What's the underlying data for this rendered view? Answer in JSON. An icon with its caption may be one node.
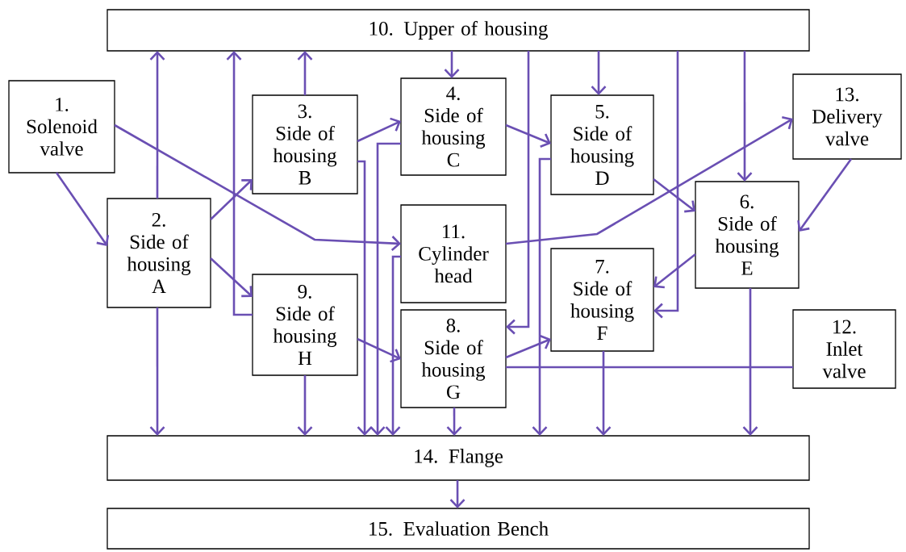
{
  "diagram": {
    "nodes": [
      {
        "text": [
          "1.",
          "Solenoid valve"
        ]
      },
      {
        "text": [
          "2.",
          "Side of housing A"
        ]
      },
      {
        "text": [
          "3.",
          "Side of housing B"
        ]
      },
      {
        "text": [
          "4.",
          "Side of housing C"
        ]
      },
      {
        "text": [
          "5.",
          "Side of housing D"
        ]
      },
      {
        "text": [
          "6.",
          "Side of housing E"
        ]
      },
      {
        "text": [
          "7.",
          "Side of housing F"
        ]
      },
      {
        "text": [
          "8.",
          "Side of housing G"
        ]
      },
      {
        "text": [
          "9.",
          "Side of housing H"
        ]
      },
      {
        "text": [
          "10. Upper of housing"
        ]
      },
      {
        "text": [
          "11.",
          "Cylinder head"
        ]
      },
      {
        "text": [
          "12.",
          "Inlet valve"
        ]
      },
      {
        "text": [
          "13.",
          "Delivery valve"
        ]
      },
      {
        "text": [
          "14. Flange"
        ]
      },
      {
        "text": [
          "15. Evaluation Bench"
        ]
      }
    ],
    "edges": [
      {
        "from": 0,
        "to": 1,
        "arrow": "to"
      },
      {
        "from": 1,
        "to": 9,
        "arrow": "to"
      },
      {
        "from": 1,
        "to": 13,
        "arrow": "to"
      },
      {
        "from": 1,
        "to": 2,
        "arrow": "to"
      },
      {
        "from": 1,
        "to": 8,
        "arrow": "to"
      },
      {
        "from": 8,
        "to": 9,
        "arrow": "to"
      },
      {
        "from": 2,
        "to": 9,
        "arrow": "to"
      },
      {
        "from": 9,
        "to": 3,
        "arrow": "to"
      },
      {
        "from": 2,
        "to": 3,
        "arrow": "to"
      },
      {
        "from": 2,
        "to": 13,
        "arrow": "to"
      },
      {
        "from": 3,
        "to": 13,
        "arrow": "to"
      },
      {
        "from": 0,
        "to": 10,
        "arrow": "to"
      },
      {
        "from": 10,
        "to": 13,
        "arrow": "to"
      },
      {
        "from": 3,
        "to": 4,
        "arrow": "to"
      },
      {
        "from": 9,
        "to": 4,
        "arrow": "to"
      },
      {
        "from": 9,
        "to": 7,
        "arrow": "to"
      },
      {
        "from": 4,
        "to": 13,
        "arrow": "to"
      },
      {
        "from": 9,
        "to": 6,
        "arrow": "to"
      },
      {
        "from": 9,
        "to": 5,
        "arrow": "to"
      },
      {
        "from": 4,
        "to": 5,
        "arrow": "to"
      },
      {
        "from": 12,
        "to": 5,
        "arrow": "to"
      },
      {
        "from": 10,
        "to": 12,
        "arrow": "to"
      },
      {
        "from": 5,
        "to": 6,
        "arrow": "to"
      },
      {
        "from": 5,
        "to": 13,
        "arrow": "to"
      },
      {
        "from": 6,
        "to": 13,
        "arrow": "to"
      },
      {
        "from": 7,
        "to": 6,
        "arrow": "to"
      },
      {
        "from": 7,
        "to": 11,
        "arrow": "none"
      },
      {
        "from": 7,
        "to": 13,
        "arrow": "to"
      },
      {
        "from": 8,
        "to": 7,
        "arrow": "to"
      },
      {
        "from": 8,
        "to": 13,
        "arrow": "to"
      },
      {
        "from": 13,
        "to": 14,
        "arrow": "to"
      }
    ]
  }
}
